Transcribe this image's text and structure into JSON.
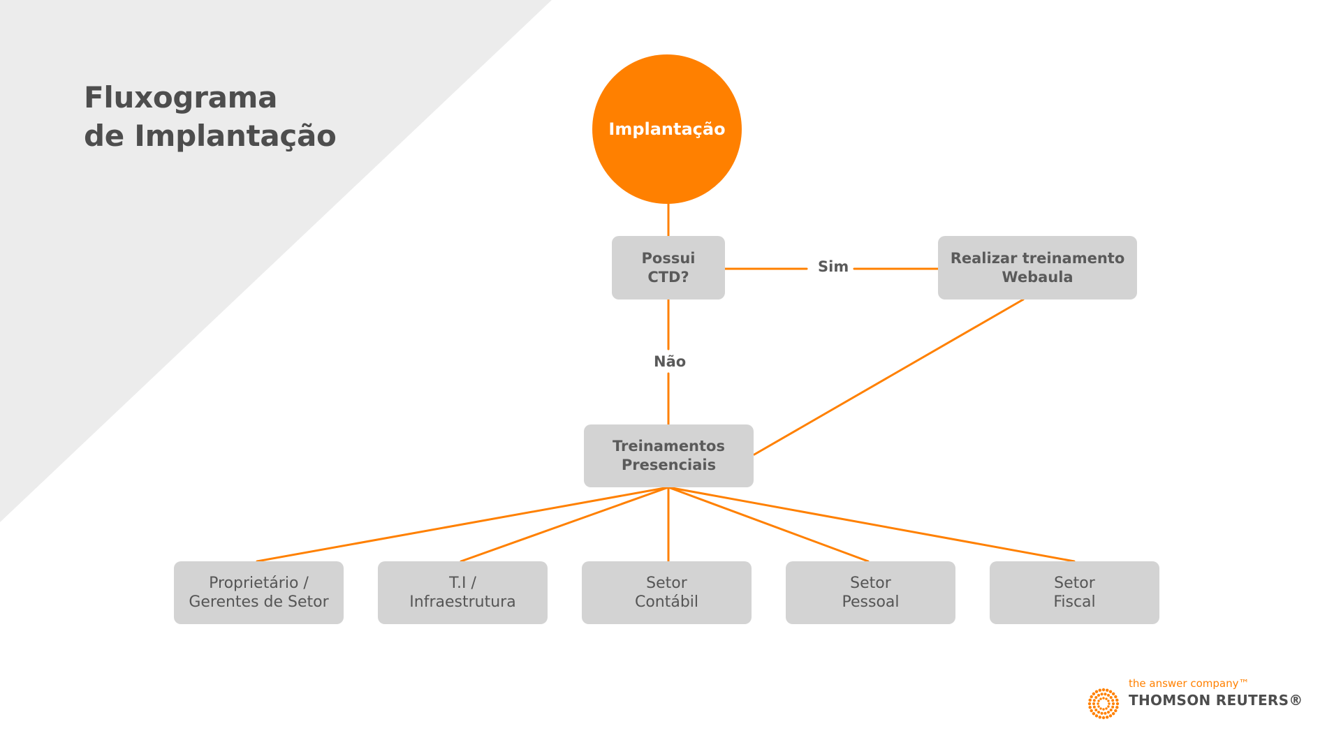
{
  "title": {
    "line1": "Fluxograma",
    "line2": "de Implantação"
  },
  "nodes": {
    "start": "Implantação",
    "decision": {
      "line1": "Possui",
      "line2": "CTD?"
    },
    "webaula": {
      "line1": "Realizar treinamento",
      "line2": "Webaula"
    },
    "presencial": {
      "line1": "Treinamentos",
      "line2": "Presenciais"
    },
    "leaves": [
      {
        "line1": "Proprietário /",
        "line2": "Gerentes de Setor"
      },
      {
        "line1": "T.I /",
        "line2": "Infraestrutura"
      },
      {
        "line1": "Setor",
        "line2": "Contábil"
      },
      {
        "line1": "Setor",
        "line2": "Pessoal"
      },
      {
        "line1": "Setor",
        "line2": "Fiscal"
      }
    ]
  },
  "edges": {
    "yes_label": "Sim",
    "no_label": "Não"
  },
  "logo": {
    "tagline": "the answer company™",
    "name": "THOMSON REUTERS®"
  },
  "colors": {
    "accent": "#ff8000",
    "node_fill": "#d3d3d3",
    "text": "#5a5a5a",
    "background_shape": "#ececec"
  }
}
